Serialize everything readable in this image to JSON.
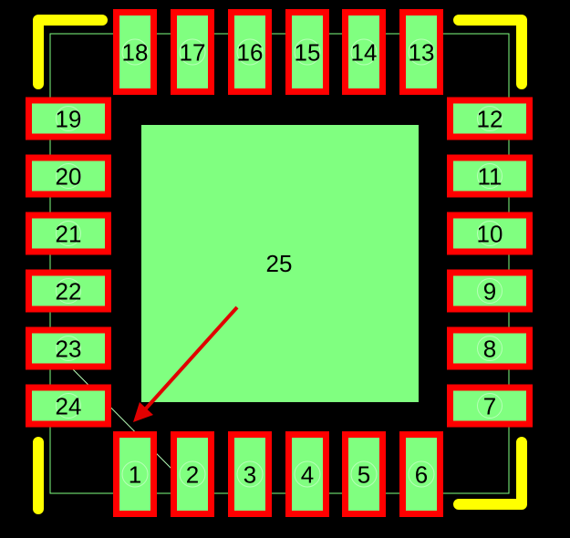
{
  "colors": {
    "background": "#000000",
    "pad_fill": "#80ff80",
    "pad_border": "#ff0000",
    "silkscreen": "#ffff00",
    "outline": "#80ff80",
    "arrow": "#e00000",
    "label": "#000000"
  },
  "thermal_pad": {
    "label": "25"
  },
  "pins": {
    "bottom": [
      "1",
      "2",
      "3",
      "4",
      "5",
      "6"
    ],
    "right": [
      "7",
      "8",
      "9",
      "10",
      "11",
      "12"
    ],
    "top": [
      "13",
      "14",
      "15",
      "16",
      "17",
      "18"
    ],
    "left": [
      "19",
      "20",
      "21",
      "22",
      "23",
      "24"
    ]
  },
  "pin1_indicator": "arrow"
}
